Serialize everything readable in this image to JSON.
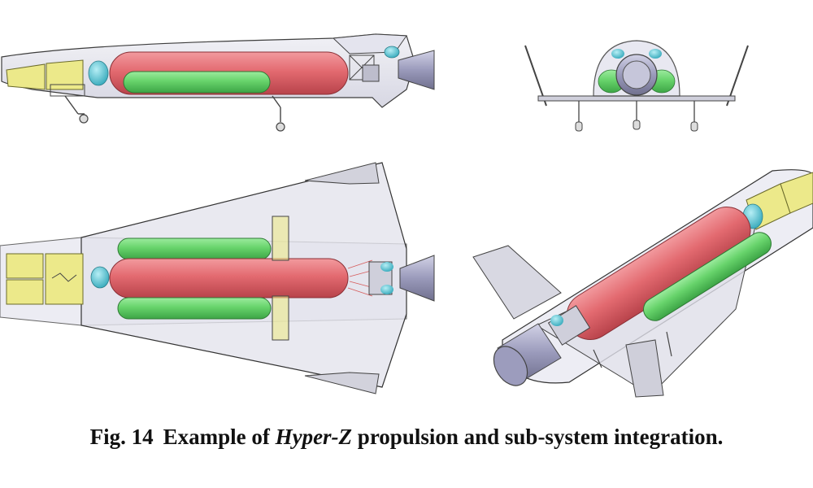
{
  "caption": {
    "figure_label": "Fig. 14",
    "pre_text": "Example of ",
    "italic_text": "Hyper-Z",
    "post_text": " propulsion and sub-system integration."
  },
  "colors": {
    "fuel_tank": "#e36a70",
    "oxidizer_tank": "#67d36b",
    "helium_sphere": "#58c9d9",
    "payload_bay": "#ece98a",
    "airframe": "#dcdce6",
    "nozzle": "#a6a6c6",
    "outline": "#3a3a3a"
  },
  "views": [
    "side-view",
    "rear-view",
    "top-view",
    "isometric-view"
  ]
}
